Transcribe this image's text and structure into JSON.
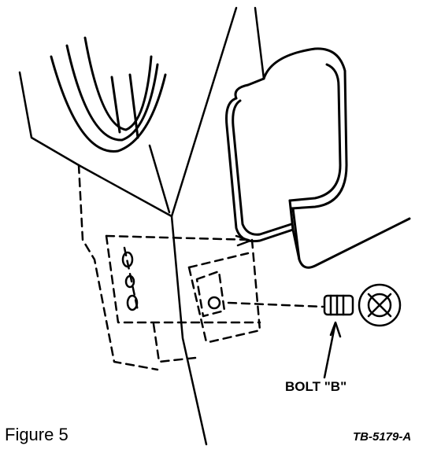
{
  "labels": {
    "bolt": "BOLT \"B\"",
    "caption": "Figure 5",
    "code": "TB-5179-A"
  },
  "colors": {
    "ink": "#000000",
    "paper": "#ffffff"
  }
}
